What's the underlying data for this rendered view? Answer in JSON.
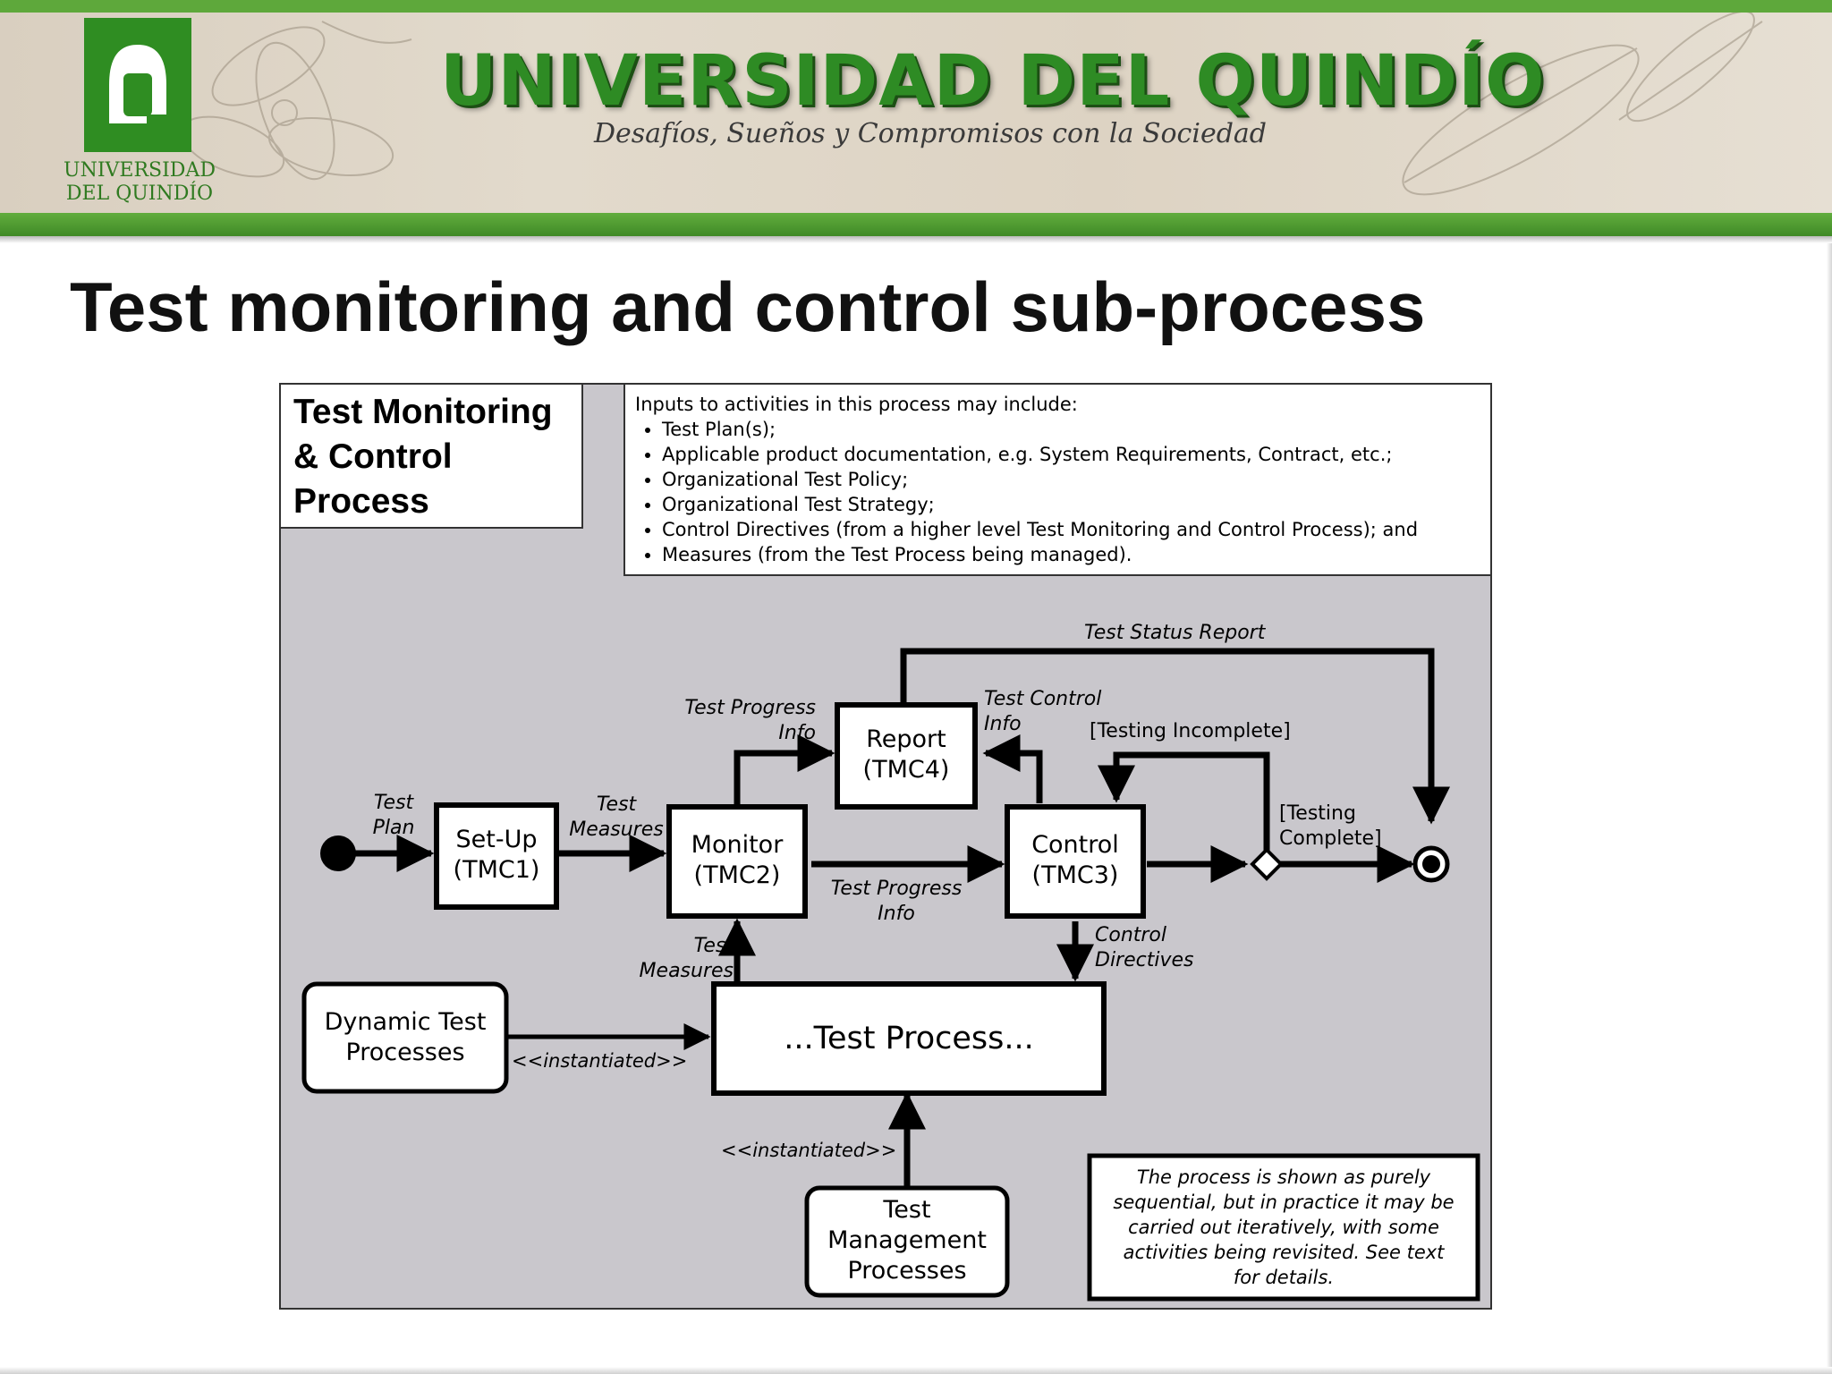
{
  "header": {
    "brand_title": "UNIVERSIDAD DEL QUINDÍO",
    "tagline": "Desafíos, Sueños y Compromisos con la Sociedad",
    "logo_line1": "UNIVERSIDAD",
    "logo_line2": "DEL QUINDÍO"
  },
  "slide": {
    "title": "Test monitoring and control sub-process"
  },
  "diagram": {
    "process_title": "Test Monitoring & Control Process",
    "inputs_intro": "Inputs to activities in this process may include:",
    "inputs": [
      "Test Plan(s);",
      "Applicable product documentation, e.g. System Requirements, Contract, etc.;",
      "Organizational Test Policy;",
      "Organizational Test Strategy;",
      "Control Directives (from a higher level Test Monitoring and Control Process); and",
      "Measures (from the Test Process being managed)."
    ],
    "nodes": {
      "setup": {
        "line1": "Set-Up",
        "line2": "(TMC1)"
      },
      "monitor": {
        "line1": "Monitor",
        "line2": "(TMC2)"
      },
      "control": {
        "line1": "Control",
        "line2": "(TMC3)"
      },
      "report": {
        "line1": "Report",
        "line2": "(TMC4)"
      },
      "test_process": "...Test Process...",
      "dynamic": {
        "line1": "Dynamic Test",
        "line2": "Processes"
      },
      "management": {
        "line1": "Test",
        "line2": "Management",
        "line3": "Processes"
      }
    },
    "edges": {
      "test_plan": {
        "line1": "Test",
        "line2": "Plan"
      },
      "test_measures_top": {
        "line1": "Test",
        "line2": "Measures"
      },
      "test_progress_info_up": {
        "line1": "Test Progress",
        "line2": "Info"
      },
      "test_progress_info_mid": {
        "line1": "Test Progress",
        "line2": "Info"
      },
      "test_control_info": {
        "line1": "Test Control",
        "line2": "Info"
      },
      "test_status_report": "Test Status Report",
      "testing_incomplete": "[Testing Incomplete]",
      "testing_complete": {
        "line1": "[Testing",
        "line2": "Complete]"
      },
      "test_measures_bottom": {
        "line1": "Test",
        "line2": "Measures"
      },
      "control_directives": {
        "line1": "Control",
        "line2": "Directives"
      },
      "instantiated_left": "<<instantiated>>",
      "instantiated_bottom": "<<instantiated>>"
    },
    "note": "The process is shown as purely sequential, but in practice it may be carried out iteratively, with some activities being revisited. See text for details."
  },
  "colors": {
    "brand_green": "#2e8b24",
    "diagram_background": "#c9c7cc",
    "box_fill": "#ffffff",
    "line": "#000000"
  }
}
